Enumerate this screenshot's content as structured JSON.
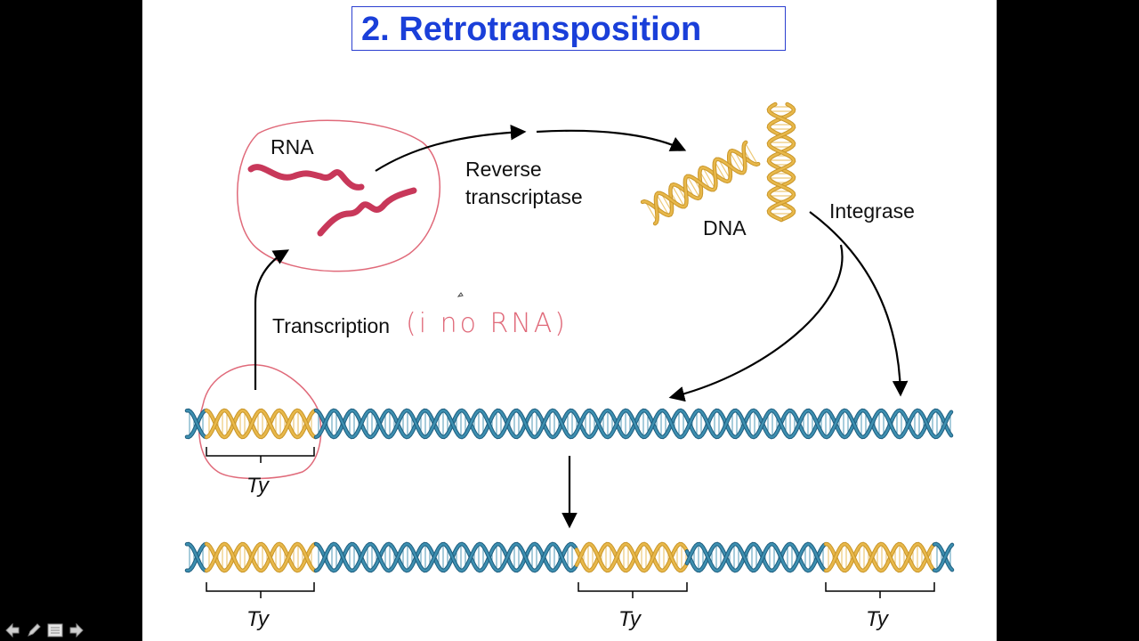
{
  "title": "2. Retrotransposition",
  "labels": {
    "rna": "RNA",
    "reverse_transcriptase": "Reverse\ntranscriptase",
    "dna": "DNA",
    "integrase": "Integrase",
    "transcription": "Transcription",
    "annotation": "(i no RNA)",
    "ty_top": "Ty",
    "ty_bottom_1": "Ty",
    "ty_bottom_2": "Ty",
    "ty_bottom_3": "Ty"
  },
  "colors": {
    "title": "#1a3fd9",
    "dna_blue": "#3d8fb0",
    "ty_gold": "#e8b84a",
    "rna_red": "#c8385a",
    "annotation_pink": "#e06a7a"
  },
  "toolbar": [
    "back-arrow-icon",
    "pen-icon",
    "menu-icon",
    "forward-arrow-icon"
  ]
}
